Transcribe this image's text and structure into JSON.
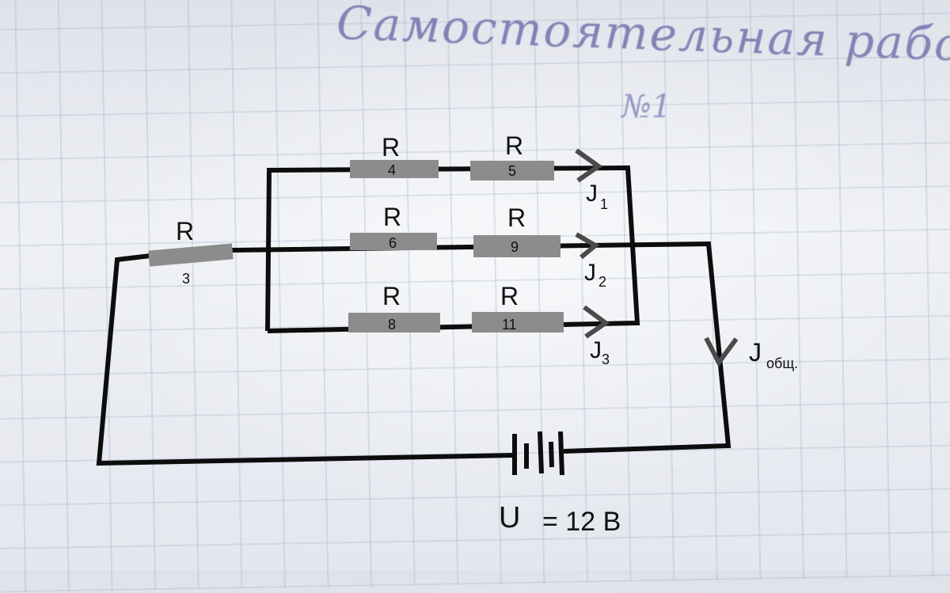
{
  "heading": {
    "title": "Самостоятельная работа",
    "number": "№1"
  },
  "resistors": [
    {
      "letter": "R",
      "index": "3"
    },
    {
      "letter": "R",
      "index": "4"
    },
    {
      "letter": "R",
      "index": "5"
    },
    {
      "letter": "R",
      "index": "6"
    },
    {
      "letter": "R",
      "index": "9"
    },
    {
      "letter": "R",
      "index": "8"
    },
    {
      "letter": "R",
      "index": "11"
    }
  ],
  "currents": [
    {
      "letter": "J",
      "index": "1"
    },
    {
      "letter": "J",
      "index": "2"
    },
    {
      "letter": "J",
      "index": "3"
    },
    {
      "letter": "J",
      "index": "общ."
    }
  ],
  "voltage": {
    "symbol": "U",
    "value": "= 12 В"
  },
  "colors": {
    "wire": "#0d0d0d",
    "resistor": "#8c8c8c",
    "arrow": "#4a4a4a",
    "handwriting": "#6d6aa8"
  }
}
